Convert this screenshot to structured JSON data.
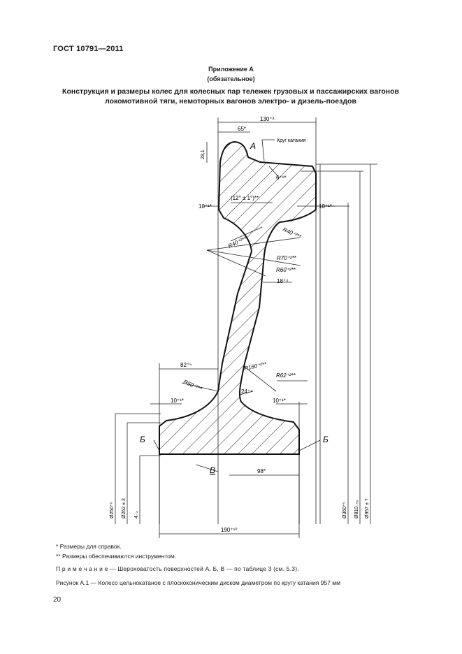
{
  "header": {
    "code": "ГОСТ 10791—2011"
  },
  "annex": {
    "title": "Приложение А",
    "status": "(обязательное)",
    "caption_line1": "Конструкция и размеры колес для колесных пар тележек грузовых и пассажирских вагонов",
    "caption_line2": "локомотивной тяги, немоторных вагонов электро- и дизель-поездов"
  },
  "drawing": {
    "dims": {
      "d130": "130⁺³",
      "d65": "65*",
      "d28": "28,1",
      "circle_label": "Круг катания",
      "surfA": "А",
      "d6": "6⁺¹*",
      "d12": "(12° ± 1°)**",
      "d10l": "10⁺¹*",
      "d10r": "10⁺¹*",
      "r40": "R40⁺²**",
      "r40b": "R40⁺²**",
      "r70": "R70⁺²**",
      "r60": "R60⁺²**",
      "d18": "18⁺⁴",
      "d82": "82⁺⁵",
      "r160": "R160⁺²**",
      "r62": "R62⁺²**",
      "r50": "R50⁺²**",
      "d24": "24⁺⁴",
      "d10bl": "10⁺¹*",
      "d10br": "10⁺¹*",
      "surfB1": "Б",
      "surfB2": "Б",
      "surfV": "В",
      "d98": "98*",
      "dia250": "Ø250⁺⁶",
      "dia262": "Ø262 ± 3",
      "d4": "4₋₄",
      "dia360": "Ø360⁺⁵",
      "dia810": "Ø810₋₅₀",
      "dia957": "Ø957 ± 7",
      "d190": "190⁺¹⁰"
    }
  },
  "notes": {
    "n1": "* Размеры для справок.",
    "n2": "** Размеры обеспечиваются инструментом.",
    "n3": "П р и м е ч а н и е — Шероховатость поверхностей А, Б, В — по таблице 3 (см. 5.3).",
    "n4": "Рисунок А.1 — Колесо цельнокатаное с плоскоконическим диском диаметром по кругу катания 957 мм"
  },
  "page": {
    "number": "20"
  }
}
